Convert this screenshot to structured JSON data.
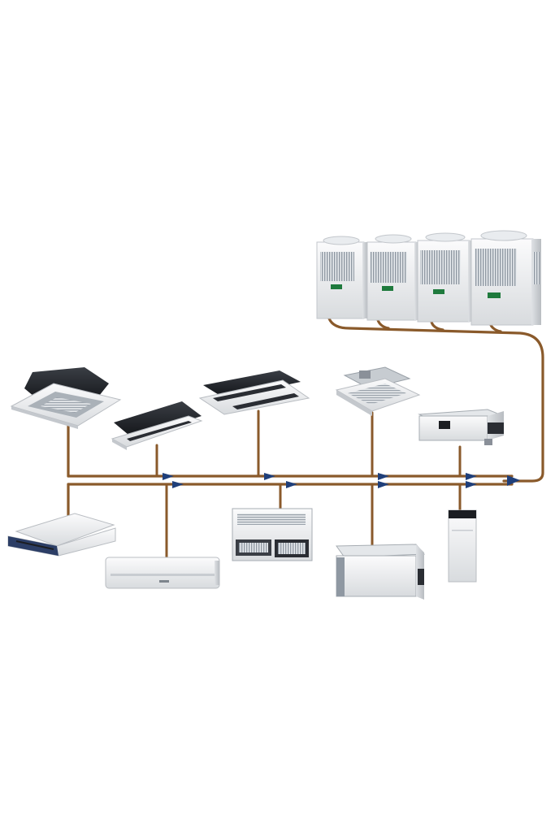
{
  "diagram": {
    "kind": "vrf-air-conditioning-system",
    "colors": {
      "background": "#ffffff",
      "pipe": "#8a5a2b",
      "pipe_highlight": "#c08a55",
      "joint": "#1f3f7a",
      "unit_white": "#f1f2f3",
      "unit_shadow": "#c9ccd0",
      "unit_dark": "#1c1e22",
      "grille": "#9aa3ad"
    },
    "outdoor_modules": [
      {
        "display_icon": "green-display-icon"
      },
      {
        "display_icon": "green-display-icon"
      },
      {
        "display_icon": "green-display-icon"
      },
      {
        "display_icon": "green-display-icon"
      }
    ],
    "indoor_units_top": [
      {
        "type": "four-way-cassette"
      },
      {
        "type": "one-way-cassette"
      },
      {
        "type": "two-way-cassette"
      },
      {
        "type": "ducted-cassette"
      },
      {
        "type": "ducted-unit"
      }
    ],
    "indoor_units_bottom": [
      {
        "type": "ceiling-suspended"
      },
      {
        "type": "wall-mounted"
      },
      {
        "type": "floor-console"
      },
      {
        "type": "concealed-floor"
      },
      {
        "type": "floor-standing"
      }
    ]
  }
}
